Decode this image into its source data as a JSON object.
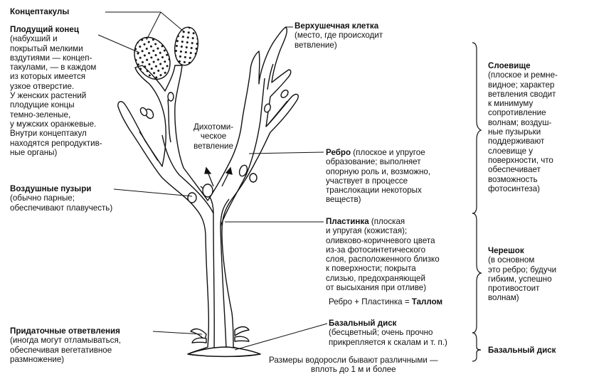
{
  "labels": {
    "conceptacles": "Концептакулы",
    "fruiting_end": {
      "title": "Плодущий конец",
      "text": [
        "(набухший и",
        "покрытый мелкими",
        "вздутиями — концеп-",
        "такулами, — в каждом",
        "из которых имеется",
        "узкое отверстие.",
        "У женских растений",
        "плодущие концы",
        "темно-зеленые,",
        "у мужских оранжевые.",
        "Внутри концептакул",
        "находятся репродуктив-",
        "ные органы)"
      ]
    },
    "dichotomous": [
      "Дихотоми-",
      "ческое",
      "ветвление"
    ],
    "air_bladders": {
      "title": "Воздушные пузыри",
      "text": [
        "(обычно парные;",
        "обеспечивают плавучесть)"
      ]
    },
    "adventitious": {
      "title": "Придаточные ответвления",
      "text": [
        "(иногда могут отламываться,",
        "обеспечивая вегетативное",
        "размножение)"
      ]
    },
    "apical_cell": {
      "title": "Верхушечная клетка",
      "text": [
        "(место, где происходит",
        "ветвление)"
      ]
    },
    "midrib": {
      "title": "Ребро",
      "title_rest": " (плоское и упругое",
      "text": [
        "образование; выполняет",
        "опорную роль и, возможно,",
        "участвует в процессе",
        "транслокации некоторых",
        "веществ)"
      ]
    },
    "lamina": {
      "title": "Пластинка",
      "title_rest": " (плоская",
      "text": [
        "и упругая (кожистая);",
        "оливково-коричневого цвета",
        "из-за фотосинтетического",
        "слоя, расположенного близко",
        "к поверхности; покрыта",
        "слизью, предохраняющей",
        "от высыхания при отливе)"
      ]
    },
    "thallus_formula": {
      "prefix": "Ребро + Пластинка = ",
      "result": "Таллом"
    },
    "basal_disc_center": {
      "title": "Базальный диск",
      "text": [
        "(бесцветный; очень прочно",
        "прикрепляется к скалам и т. п.)"
      ]
    },
    "size_note": [
      "Размеры водоросли бывают различными —",
      "вплоть до 1 м и более"
    ],
    "frond": {
      "title": "Слоевище",
      "text": [
        "(плоское и ремне-",
        "видное; характер",
        "ветвления сводит",
        "к минимуму",
        "сопротивление",
        "волнам; воздуш-",
        "ные пузырьки",
        "поддерживают",
        "слоевище у",
        "поверхности, что",
        "обеспечивает",
        "возможность",
        "фотосинтеза)"
      ]
    },
    "stipe": {
      "title": "Черешок",
      "text": [
        "(в основном",
        "это ребро; будучи",
        "гибким, успешно",
        "противостоит",
        "волнам)"
      ]
    },
    "basal_disc_right": "Базальный диск"
  }
}
